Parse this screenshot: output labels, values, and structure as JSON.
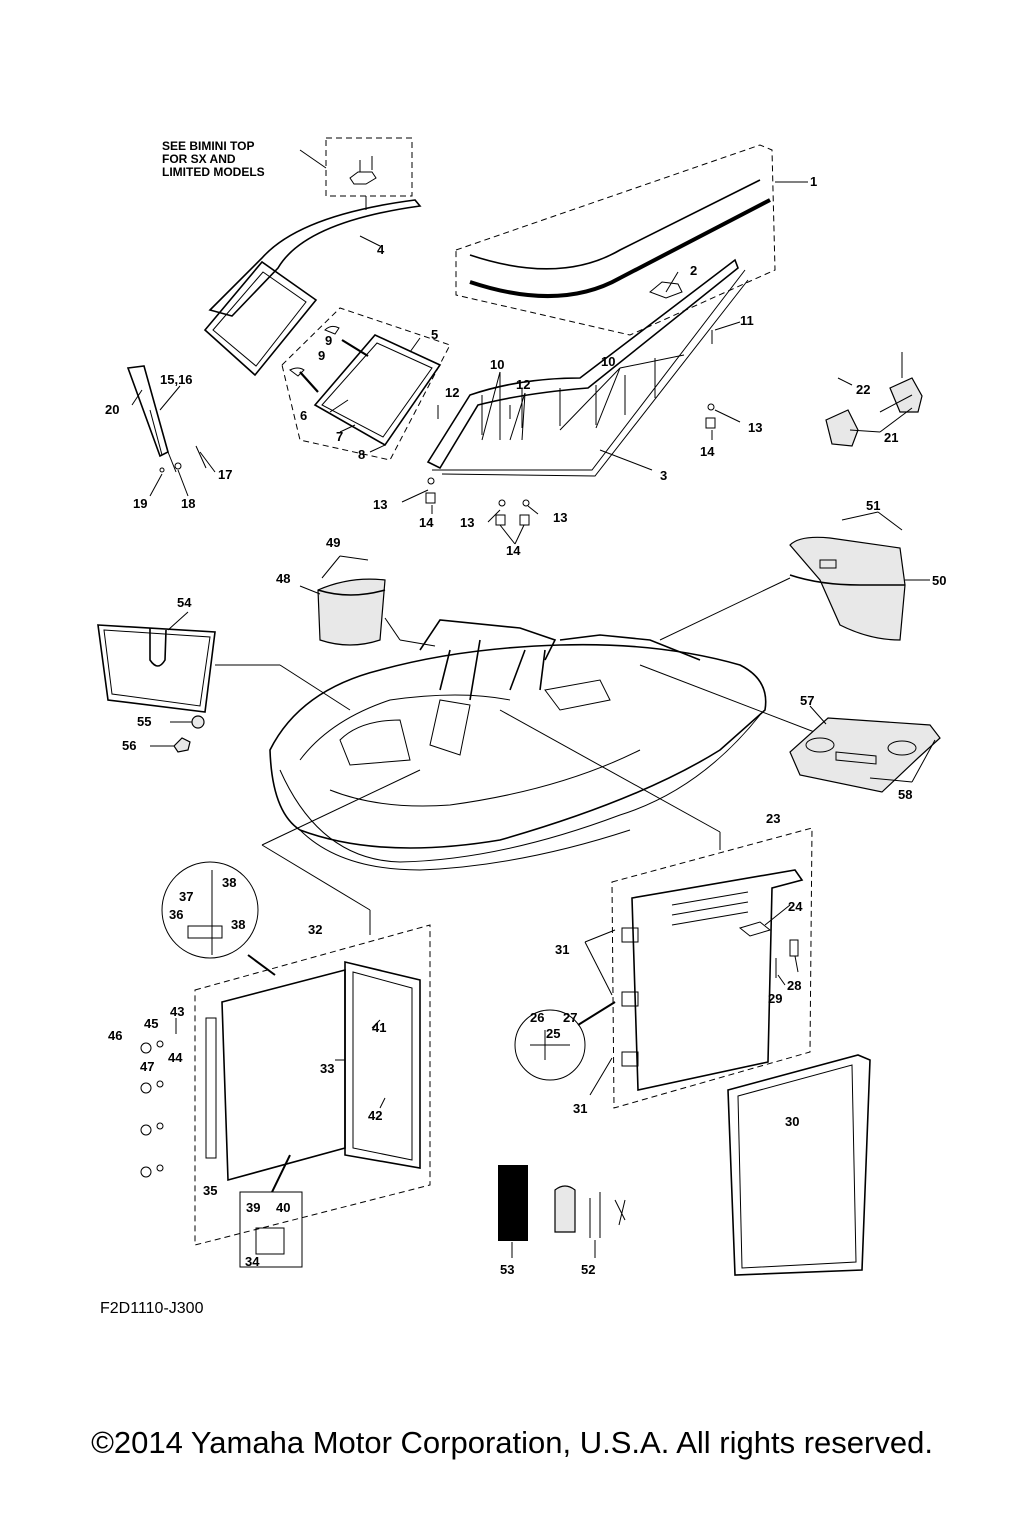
{
  "note": [
    "SEE BIMINI TOP",
    "FOR SX AND",
    "LIMITED MODELS"
  ],
  "callouts": {
    "c1": "1",
    "c2": "2",
    "c3": "3",
    "c4": "4",
    "c5": "5",
    "c6": "6",
    "c7": "7",
    "c8": "8",
    "c9a": "9",
    "c9b": "9",
    "c10a": "10",
    "c10b": "10",
    "c11": "11",
    "c12a": "12",
    "c12b": "12",
    "c13a": "13",
    "c13b": "13",
    "c13c": "13",
    "c13d": "13",
    "c14a": "14",
    "c14b": "14",
    "c14c": "14",
    "c1516": "15,16",
    "c17": "17",
    "c18": "18",
    "c19": "19",
    "c20": "20",
    "c21": "21",
    "c22": "22",
    "c23": "23",
    "c24": "24",
    "c25": "25",
    "c26": "26",
    "c27": "27",
    "c28": "28",
    "c29": "29",
    "c30": "30",
    "c31a": "31",
    "c31b": "31",
    "c32": "32",
    "c33": "33",
    "c34": "34",
    "c35": "35",
    "c36": "36",
    "c37": "37",
    "c38a": "38",
    "c38b": "38",
    "c39": "39",
    "c40": "40",
    "c41": "41",
    "c42": "42",
    "c43": "43",
    "c44": "44",
    "c45": "45",
    "c46": "46",
    "c47": "47",
    "c48": "48",
    "c49": "49",
    "c50": "50",
    "c51": "51",
    "c52": "52",
    "c53": "53",
    "c54": "54",
    "c55": "55",
    "c56": "56",
    "c57": "57",
    "c58": "58"
  },
  "drawing_code": "F2D1110-J300",
  "copyright": "©2014 Yamaha Motor Corporation, U.S.A. All rights reserved."
}
